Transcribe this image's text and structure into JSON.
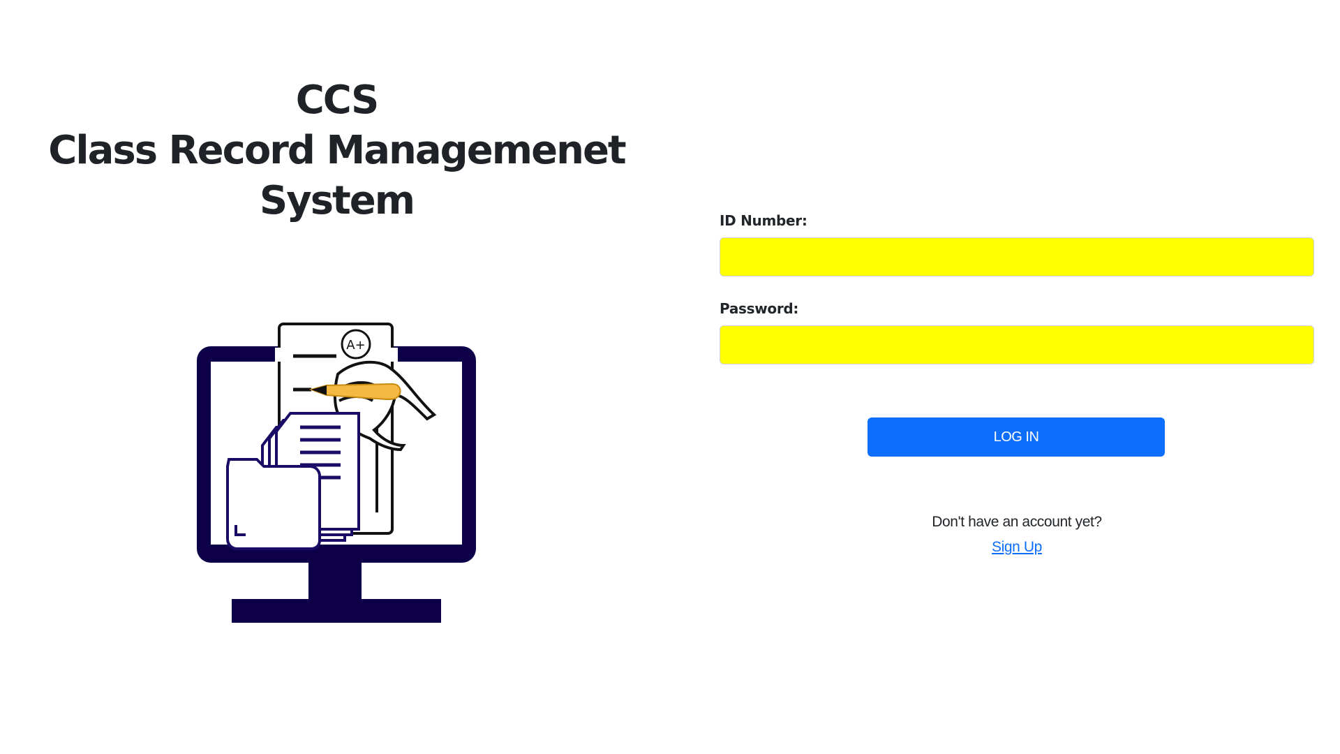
{
  "app": {
    "title_lines": [
      "CCS",
      "Class Record Managemenet",
      "System"
    ]
  },
  "illustration": {
    "icon": "computer-grading-illustration-icon",
    "grade_mark": "A+",
    "colors": {
      "monitor": "#0d0048",
      "pencil": "#f4b942"
    }
  },
  "login_form": {
    "id_label": "ID Number:",
    "id_value": "",
    "password_label": "Password:",
    "password_value": "",
    "input_background": "#ffff00",
    "login_button_label": "LOG IN",
    "login_button_color": "#0d6efd",
    "signup_prompt": "Don't have an account yet?",
    "signup_link_label": "Sign Up"
  }
}
